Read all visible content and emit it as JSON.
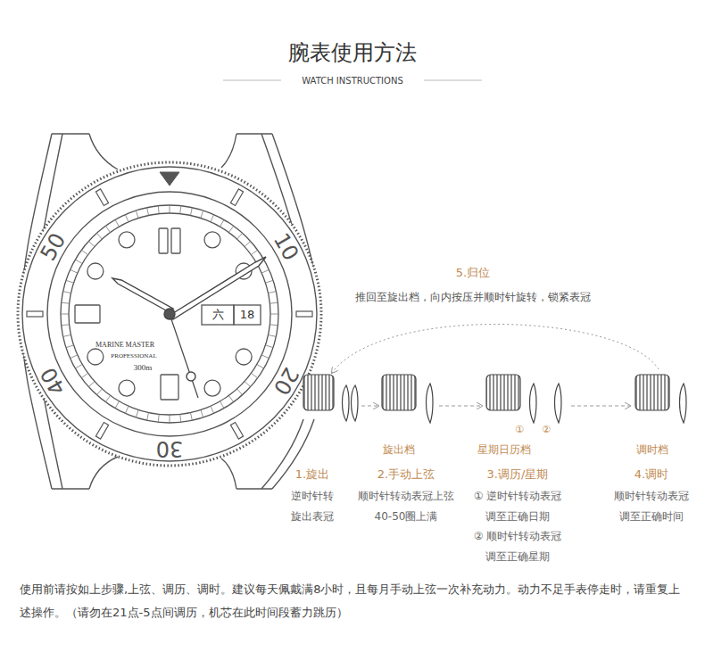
{
  "diagram": {
    "title": "腕表使用方法",
    "caption": "使用前请按如上步骤,上弦、调历、调时。建议每天佩戴满8小时，且每月手动上弦一次补充动力。动力不足手表停走时，请重复上述操作。（请勿在21点-5点间调历，机芯在此时间段蓄力跳历）",
    "labels": [
      "WATCH INSTRUCTIONS",
      "50",
      "10",
      "20",
      "30",
      "40",
      "六",
      "18",
      "MARINE MASTER",
      "PROFESSIONAL",
      "300m",
      "5.归位",
      "推回至旋出档，向内按压并顺时针旋转，锁紧表冠",
      "①",
      "②",
      "旋出档",
      "星期日历档",
      "调时档",
      "1.旋出",
      "逆时针转 旋出表冠",
      "2.手动上弦",
      "顺时针转动表冠上弦 40-50圈上满",
      "3.调历/星期",
      "① 逆时针转动表冠 调至正确日期",
      "② 顺时针转动表冠 调至正确星期",
      "4.调时",
      "顺时针转动表冠 调至正确时间"
    ]
  }
}
